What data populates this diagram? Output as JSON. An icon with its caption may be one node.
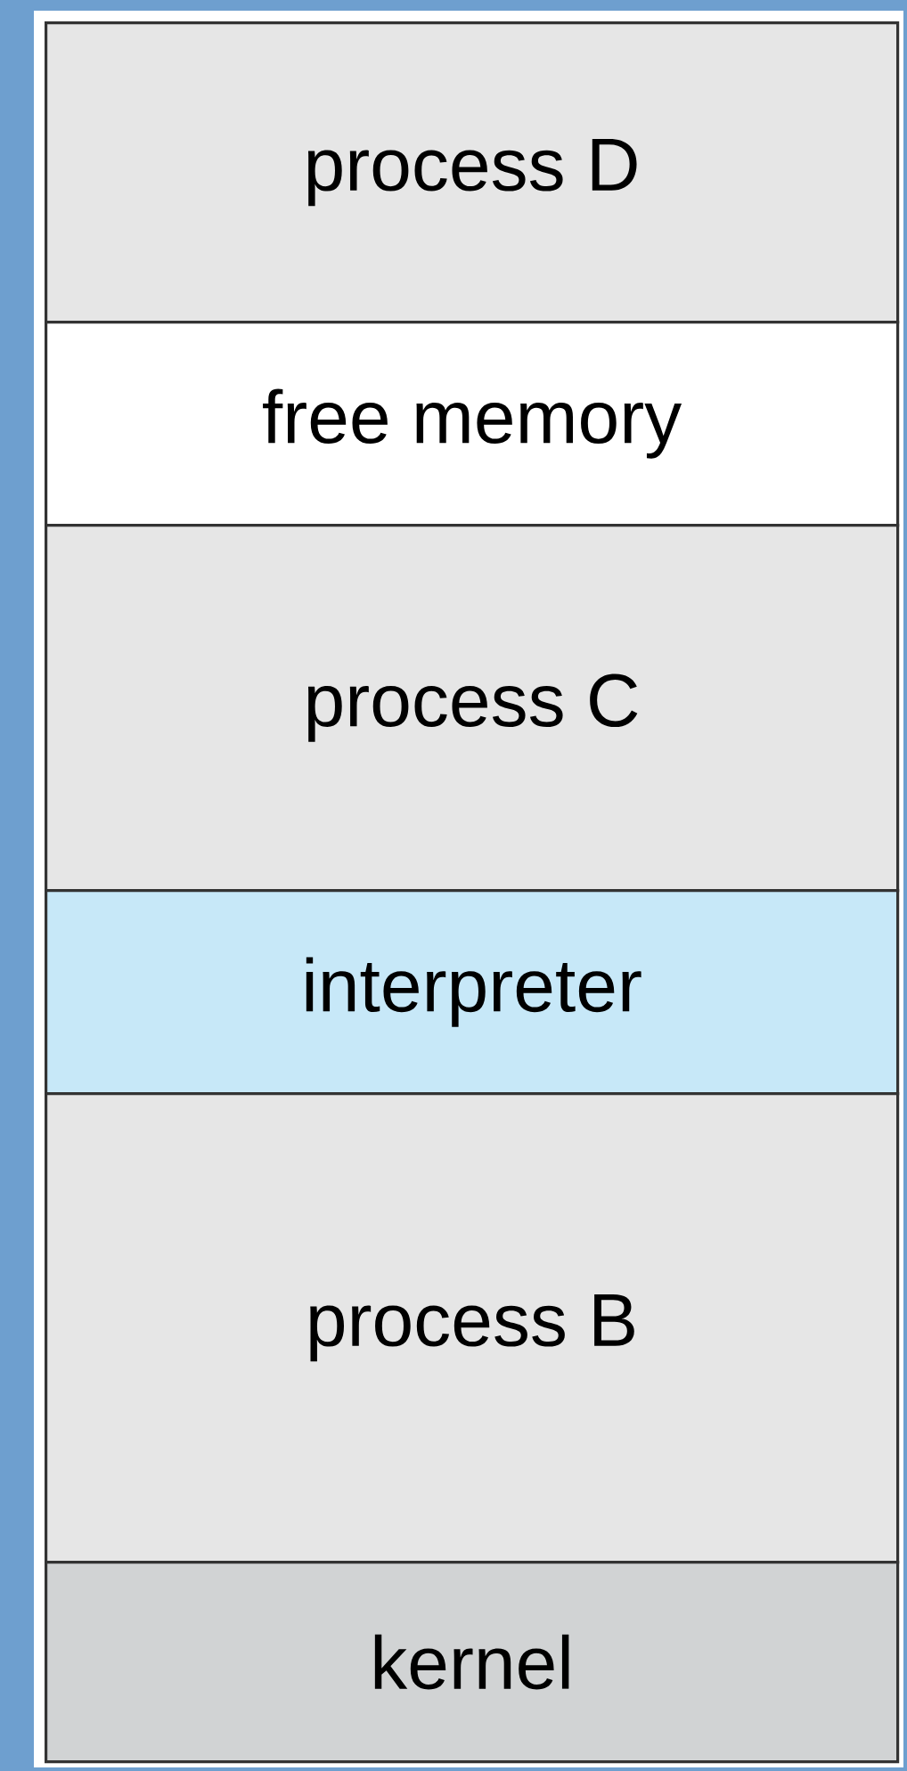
{
  "diagram": {
    "nodes": [
      {
        "text": [
          "process D"
        ]
      },
      {
        "text": [
          "free memory"
        ]
      },
      {
        "text": [
          "process C"
        ]
      },
      {
        "text": [
          "interpreter"
        ]
      },
      {
        "text": [
          "process B"
        ]
      },
      {
        "text": [
          "kernel"
        ]
      }
    ]
  }
}
